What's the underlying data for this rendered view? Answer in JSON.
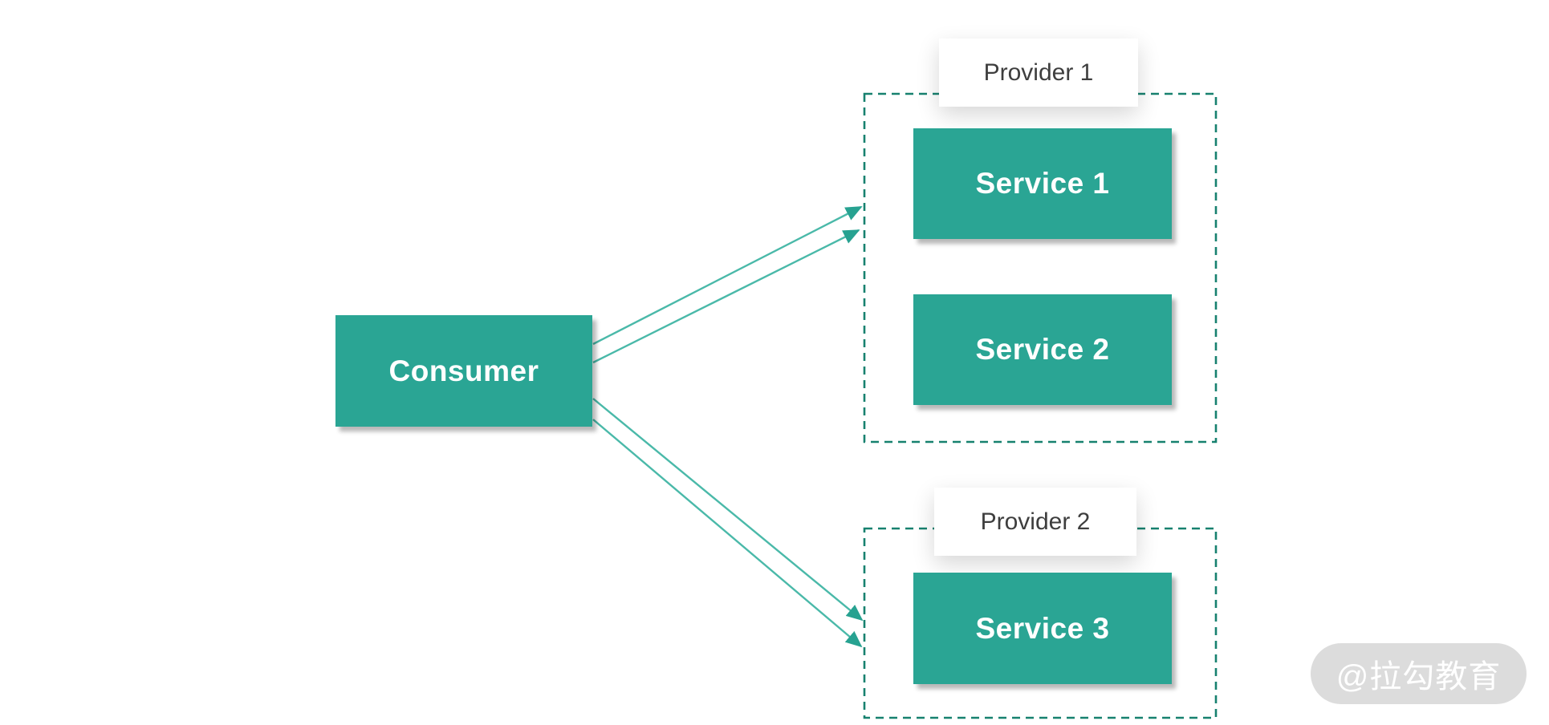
{
  "diagram": {
    "consumer": {
      "label": "Consumer"
    },
    "providers": [
      {
        "label": "Provider 1",
        "services": [
          {
            "label": "Service 1"
          },
          {
            "label": "Service 2"
          }
        ]
      },
      {
        "label": "Provider 2",
        "services": [
          {
            "label": "Service 3"
          }
        ]
      }
    ],
    "watermark": "@拉勾教育",
    "colors": {
      "background": "#ffffff",
      "node_fill": "#2aa594",
      "node_text": "#ffffff",
      "arrow_line": "#4ab9a9",
      "arrow_head": "#27a291",
      "dashed_border": "#17816f",
      "provider_label_bg": "#ffffff",
      "provider_label_text": "#3e3e3e",
      "watermark_bg": "#dcdcdc",
      "watermark_text": "#ffffff"
    }
  }
}
